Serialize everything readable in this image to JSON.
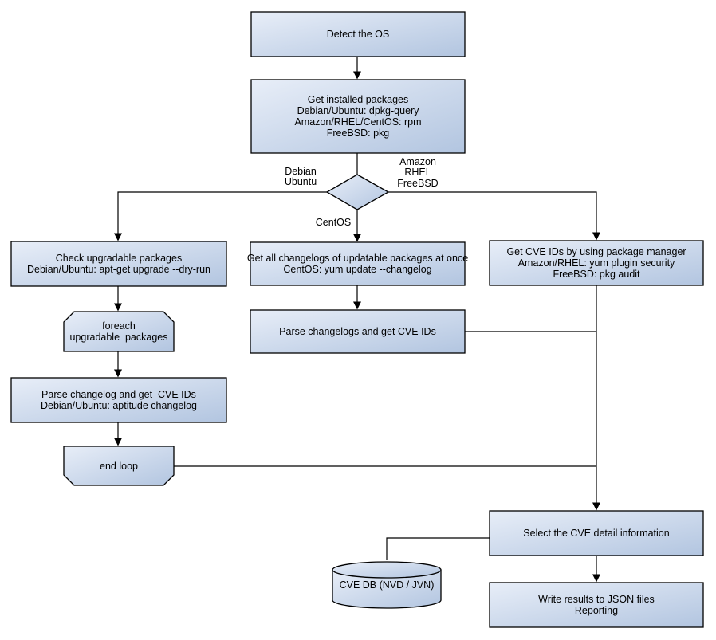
{
  "diagram": {
    "nodes": {
      "detect_os": {
        "label": "Detect the OS",
        "shape": "rect"
      },
      "get_installed_packages": {
        "label": "Get installed packages\nDebian/Ubuntu: dpkg-query\nAmazon/RHEL/CentOS: rpm\nFreeBSD: pkg",
        "shape": "rect"
      },
      "os_decision": {
        "label": "",
        "shape": "diamond"
      },
      "check_upgradable": {
        "label": "Check upgradable packages\nDebian/Ubuntu: apt-get upgrade --dry-run",
        "shape": "rect"
      },
      "foreach_loop": {
        "label": "foreach\nupgradable  packages",
        "shape": "loop-start"
      },
      "parse_changelog_debian": {
        "label": "Parse changelog and get  CVE IDs\nDebian/Ubuntu: aptitude changelog",
        "shape": "rect"
      },
      "end_loop": {
        "label": "end loop",
        "shape": "loop-end"
      },
      "get_all_changelogs": {
        "label": "Get all changelogs of updatable packages at once\nCentOS: yum update --changelog",
        "shape": "rect"
      },
      "parse_changelogs_centos": {
        "label": "Parse changelogs and get CVE IDs",
        "shape": "rect"
      },
      "get_cve_ids_pkg_manager": {
        "label": "Get CVE IDs by using package manager\nAmazon/RHEL: yum plugin security\nFreeBSD: pkg audit",
        "shape": "rect"
      },
      "select_cve_detail": {
        "label": "Select the CVE detail information",
        "shape": "rect"
      },
      "write_results": {
        "label": "Write results to JSON files\nReporting",
        "shape": "rect"
      },
      "cve_db": {
        "label": "CVE DB (NVD / JVN)",
        "shape": "cylinder"
      }
    },
    "edge_labels": {
      "debian_ubuntu": "Debian\nUbuntu",
      "amazon_rhel_freebsd": "Amazon\nRHEL\nFreeBSD",
      "centos": "CentOS"
    },
    "colors": {
      "node_fill_light": "#e8eef8",
      "node_fill_dark": "#b2c5e0",
      "node_border": "#000000",
      "connector": "#000000",
      "background": "#ffffff"
    }
  }
}
